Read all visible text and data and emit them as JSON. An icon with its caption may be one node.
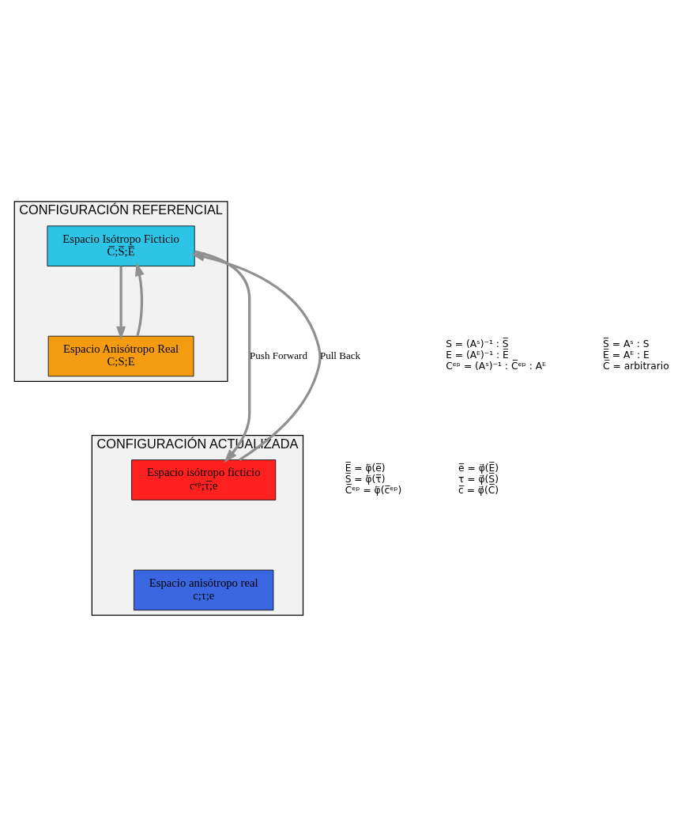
{
  "diagram": {
    "nodes": [
      {
        "text": [
          "CONFIGURACIÓN REFERENCIAL"
        ]
      },
      {
        "text": [
          "Espacio Isótropo Ficticio",
          "C̅;S̅;E̅"
        ],
        "in": 0
      },
      {
        "text": [
          "Espacio Anisótropo Real",
          "C;S;E"
        ],
        "in": 0
      },
      {
        "text": [
          "CONFIGURACIÓN ACTUALIZADA"
        ]
      },
      {
        "text": [
          "Espacio isótropo ficticio",
          "cᵉᵖ;τ̅;e"
        ],
        "in": 3
      },
      {
        "text": [
          "Espacio anisótropo real",
          "c;τ;e"
        ],
        "in": 3
      }
    ],
    "edges": [
      {
        "from": 1,
        "to": 2,
        "arrow": "to"
      },
      {
        "from": 2,
        "to": 1,
        "arrow": "to"
      },
      {
        "from": 1,
        "to": 4,
        "arrow": "to",
        "label": "Push Forward"
      },
      {
        "from": 4,
        "to": 1,
        "arrow": "to",
        "label": "Pull Back"
      }
    ],
    "labels": [
      "S = (Aˢ)⁻¹ : S̅",
      "E = (Aᴱ)⁻¹ : E̅",
      "Cᵉᵖ = (Aˢ)⁻¹ : C̅ᵉᵖ : Aᴱ",
      "S̅ = Aˢ : S",
      "E̅ = Aᴱ : E",
      "C̅ = arbitrario",
      "E̅ = φ⃖(e̅)",
      "S̅ = φ⃖(τ̅)",
      "C̅ᵉᵖ = φ⃖(c̅ᵉᵖ)",
      "e̅ = φ⃗(E̅)",
      "τ = φ⃗(S̅)",
      "c̅ = φ⃗(C̅)"
    ]
  }
}
